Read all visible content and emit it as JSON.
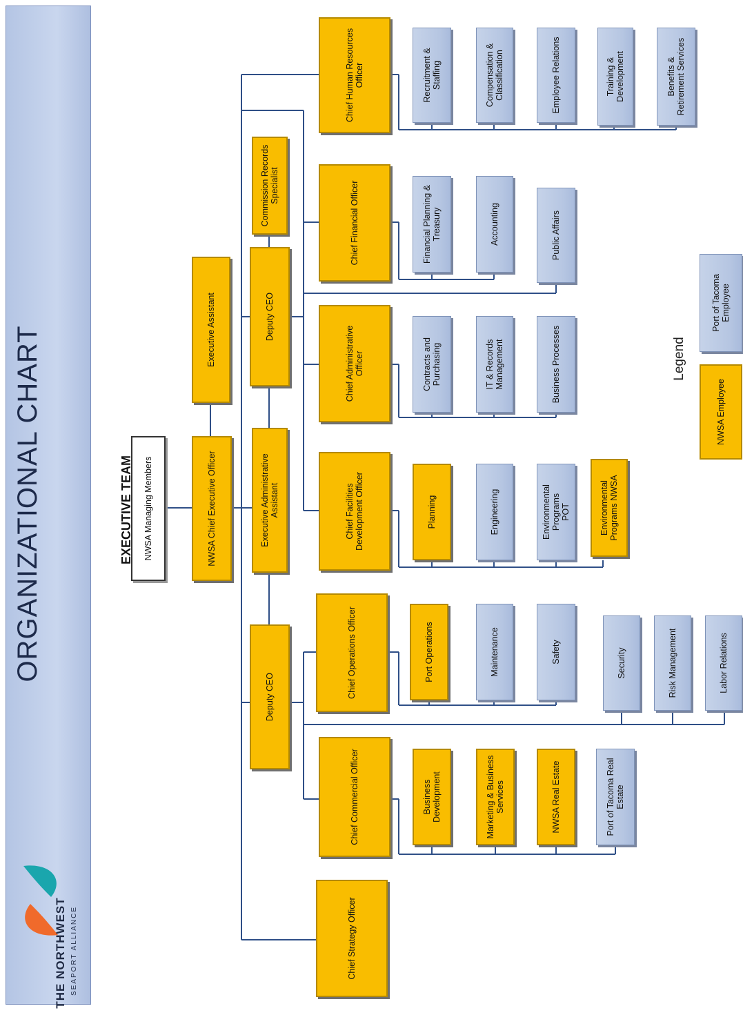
{
  "header": {
    "title": "ORGANIZATIONAL CHART",
    "brand_name": "THE NORTHWEST",
    "brand_sub": "SEAPORT ALLIANCE"
  },
  "chart": {
    "subtitle": "EXECUTIVE TEAM",
    "legend_title": "Legend"
  },
  "colors": {
    "nwsa_employee": "#f9bd00",
    "port_of_tacoma_employee": "#b6c6e2",
    "connector": "#2f4f87",
    "banner": "#c9d6ee"
  },
  "nodes": {
    "managing_members": "NWSA Managing Members",
    "ceo": "NWSA Chief Executive Officer",
    "exec_assistant": "Executive Assistant",
    "exec_admin_assistant": "Executive Administrative\nAssistant",
    "deputy_ceo_right": "Deputy CEO",
    "deputy_ceo_left": "Deputy CEO",
    "commission_records": "Commission Records\nSpecialist",
    "cho": "Chief Human Resources\nOfficer",
    "cfo": "Chief Financial Officer",
    "cao": "Chief Administrative\nOfficer",
    "cfdo": "Chief Facilities\nDevelopment Officer",
    "coo": "Chief Operations Officer",
    "cco": "Chief Commercial Officer",
    "cso": "Chief Strategy Officer",
    "recruitment": "Recruitment &\nStaffing",
    "compensation": "Compensation &\nClassification",
    "employee_relations": "Employee Relations",
    "training": "Training &\nDevelopment",
    "benefits": "Benefits &\nRetirement Services",
    "fin_planning": "Financial Planning &\nTreasury",
    "accounting": "Accounting",
    "public_affairs": "Public Affairs",
    "contracts": "Contracts and\nPurchasing",
    "it_records": "IT & Records\nManagement",
    "business_processes": "Business Processes",
    "planning": "Planning",
    "engineering": "Engineering",
    "env_pot": "Environmental\nPrograms\nPOT",
    "env_nwsa": "Environmental\nPrograms NWSA",
    "port_operations": "Port Operations",
    "maintenance": "Maintenance",
    "safety": "Safety",
    "security": "Security",
    "risk_management": "Risk Management",
    "labor_relations": "Labor Relations",
    "business_development": "Business\nDevelopment",
    "marketing": "Marketing & Business\nServices",
    "nwsa_real_estate": "NWSA Real Estate",
    "pot_real_estate": "Port of Tacoma Real\nEstate",
    "legend_pot": "Port of Tacoma\nEmployee",
    "legend_nwsa": "NWSA Employee"
  }
}
